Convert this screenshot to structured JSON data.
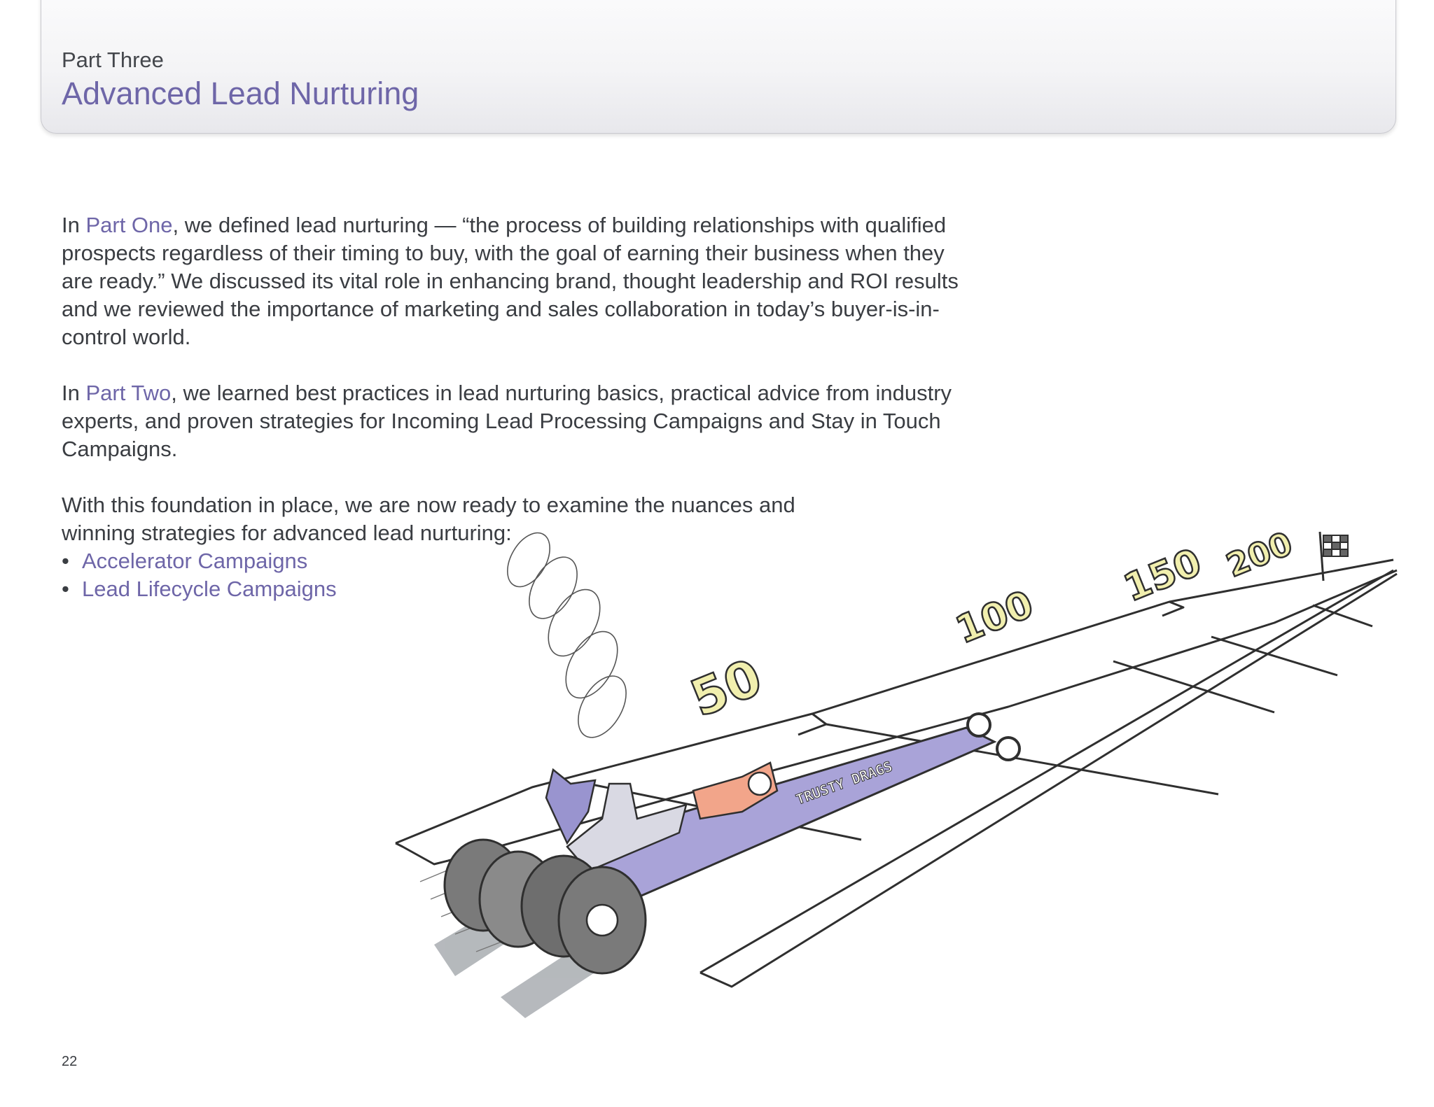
{
  "header": {
    "part_label": "Part Three",
    "title": "Advanced Lead Nurturing"
  },
  "body": {
    "p1": {
      "prefix": "In ",
      "link": "Part One",
      "rest": ", we defined lead nurturing — “the process of building relationships with qualified prospects regardless of their timing to buy, with the goal of earning their business when they are ready.” We discussed its vital role in enhancing brand, thought leadership and ROI results and we reviewed the importance of marketing and sales collaboration in today’s buyer-is-in-control world."
    },
    "p2": {
      "prefix": "In ",
      "link": "Part Two",
      "rest": ", we learned best practices in lead nurturing basics, practical advice from industry experts, and proven strategies for Incoming Lead Processing Campaigns and Stay in Touch Campaigns."
    },
    "p3": {
      "text": "With this foundation in place, we are now ready to examine the nuances and winning strategies for advanced lead nurturing:"
    },
    "bullets": [
      {
        "marker": "•",
        "label": "Accelerator Campaigns"
      },
      {
        "marker": "•",
        "label": "Lead Lifecycle Campaigns"
      }
    ]
  },
  "illustration": {
    "track_markers": [
      "50",
      "100",
      "150",
      "200"
    ],
    "car_text": "TRUSTY DRAGS"
  },
  "footer": {
    "page_number": "22"
  },
  "colors": {
    "accent": "#6e66a8",
    "text": "#3a3d42",
    "car_body": "#a9a3d8",
    "car_accent": "#f2a58a",
    "tire": "#7a7a7a",
    "marker_fill": "#f1efae"
  }
}
